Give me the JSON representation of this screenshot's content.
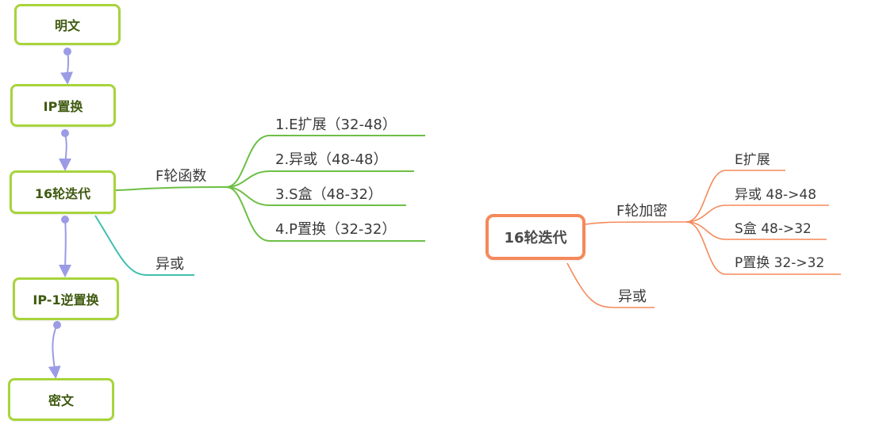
{
  "left_flow": {
    "nodes": [
      "明文",
      "IP置换",
      "16轮迭代",
      "IP-1逆置换",
      "密文"
    ],
    "branch_f": "F轮函数",
    "branch_xor": "异或",
    "f_steps": [
      "1.E扩展（32-48）",
      "2.异或（48-48）",
      "3.S盒（48-32）",
      "4.P置换（32-32）"
    ]
  },
  "right_map": {
    "root": "16轮迭代",
    "branch_f": "F轮加密",
    "branch_xor": "异或",
    "f_steps": [
      "E扩展",
      "异或 48->48",
      "S盒 48->32",
      "P置换 32->32"
    ]
  },
  "colors": {
    "flow_border": "#a8d43c",
    "flow_arrow": "#9b9be6",
    "green_branch": "#6dbf45",
    "teal_branch": "#3fbfae",
    "orange": "#f5895a"
  }
}
